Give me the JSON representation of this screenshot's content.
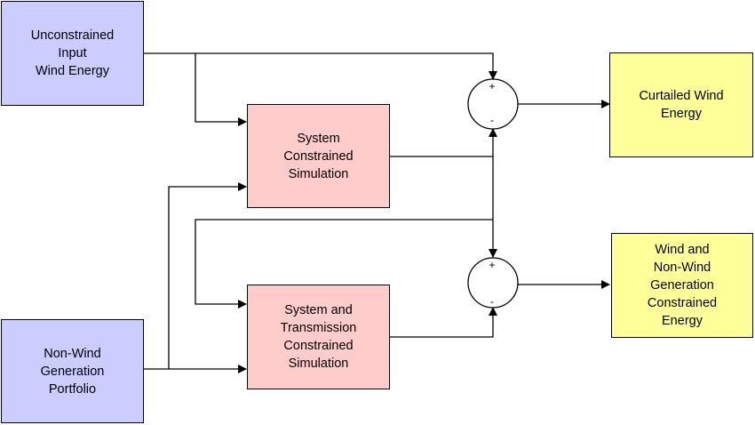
{
  "colors": {
    "input_fill": "#ccccff",
    "simulation_fill": "#ffcccc",
    "output_fill": "#ffff99",
    "line": "#000000",
    "background": "#ffffff"
  },
  "inputs": {
    "wind": "Unconstrained\nInput\nWind Energy",
    "nonwind": "Non-Wind\nGeneration\nPortfolio"
  },
  "simulations": {
    "system": "System\nConstrained\nSimulation",
    "transmission": "System and\nTransmission\nConstrained\nSimulation"
  },
  "summing_junctions": {
    "top": {
      "plus": "+",
      "minus": "-"
    },
    "bottom": {
      "plus": "+",
      "minus": "-"
    }
  },
  "outputs": {
    "curtailed": "Curtailed Wind\nEnergy",
    "constrained": "Wind and\nNon-Wind\nGeneration\nConstrained\nEnergy"
  }
}
